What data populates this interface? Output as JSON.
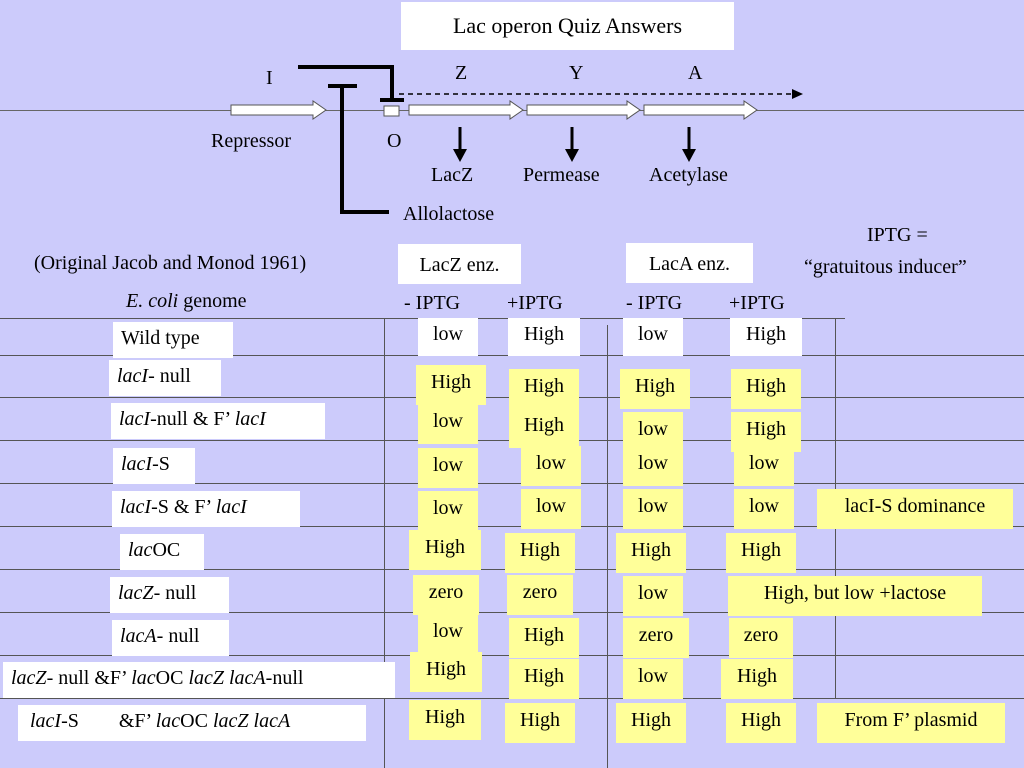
{
  "title": "Lac operon Quiz Answers",
  "diagram": {
    "genes": {
      "I": "I",
      "Z": "Z",
      "Y": "Y",
      "A": "A"
    },
    "repressor": "Repressor",
    "operator": "O",
    "products": {
      "lacz": "LacZ",
      "permease": "Permease",
      "acetylase": "Acetylase"
    },
    "allolactose": "Allolactose"
  },
  "source_note": "(Original Jacob and Monod 1961)",
  "iptg_note_line1": "IPTG =",
  "iptg_note_line2": "“gratuitous inducer”",
  "genome_header": {
    "species": "E. coli",
    "word": " genome"
  },
  "enzyme_headers": {
    "lacz": "LacZ enz.",
    "laca": "LacA enz."
  },
  "condition_headers": {
    "lacz_minus": "- IPTG",
    "lacz_plus": "+IPTG",
    "laca_minus": "- IPTG",
    "laca_plus": "+IPTG"
  },
  "rows": [
    {
      "g1i": "",
      "g1n": "Wild type",
      "g2i": "",
      "g2n": "",
      "g3i": "",
      "g3n": "",
      "g4i": "",
      "g4n": "",
      "lacz_minus": "low",
      "lacz_plus": "High",
      "laca_minus": "low",
      "laca_plus": "High",
      "note": ""
    },
    {
      "g1i": "lacI",
      "g1n": "- null",
      "g2i": "",
      "g2n": "",
      "g3i": "",
      "g3n": "",
      "g4i": "",
      "g4n": "",
      "lacz_minus": "High",
      "lacz_plus": "High",
      "laca_minus": "High",
      "laca_plus": "High",
      "note": ""
    },
    {
      "g1i": "lacI",
      "g1n": "-null & F’ ",
      "g2i": "lacI",
      "g2n": "",
      "g3i": "",
      "g3n": "",
      "g4i": "",
      "g4n": "",
      "lacz_minus": "low",
      "lacz_plus": "High",
      "laca_minus": "low",
      "laca_plus": "High",
      "note": ""
    },
    {
      "g1i": "lacI",
      "g1n": "-S",
      "g2i": "",
      "g2n": "",
      "g3i": "",
      "g3n": "",
      "g4i": "",
      "g4n": "",
      "lacz_minus": "low",
      "lacz_plus": "low",
      "laca_minus": "low",
      "laca_plus": "low",
      "note": ""
    },
    {
      "g1i": "lacI",
      "g1n": "-S & F’ ",
      "g2i": "lacI",
      "g2n": "",
      "g3i": "",
      "g3n": "",
      "g4i": "",
      "g4n": "",
      "lacz_minus": "low",
      "lacz_plus": "low",
      "laca_minus": "low",
      "laca_plus": "low",
      "note": "lacI-S dominance"
    },
    {
      "g1i": "lac",
      "g1n": "OC",
      "g2i": "",
      "g2n": "",
      "g3i": "",
      "g3n": "",
      "g4i": "",
      "g4n": "",
      "lacz_minus": "High",
      "lacz_plus": "High",
      "laca_minus": "High",
      "laca_plus": "High",
      "note": ""
    },
    {
      "g1i": "lacZ",
      "g1n": "- null",
      "g2i": "",
      "g2n": "",
      "g3i": "",
      "g3n": "",
      "g4i": "",
      "g4n": "",
      "lacz_minus": "zero",
      "lacz_plus": "zero",
      "laca_minus": "low",
      "laca_plus": "High, but low +lactose",
      "note": ""
    },
    {
      "g1i": "lacA",
      "g1n": "- null",
      "g2i": "",
      "g2n": "",
      "g3i": "",
      "g3n": "",
      "g4i": "",
      "g4n": "",
      "lacz_minus": "low",
      "lacz_plus": "High",
      "laca_minus": "zero",
      "laca_plus": "zero",
      "note": ""
    },
    {
      "g1i": "lacZ",
      "g1n": "- null &F’ ",
      "g2i": "lac",
      "g2n": "OC ",
      "g3i": "lacZ lacA",
      "g3n": "-null",
      "g4i": "",
      "g4n": "",
      "lacz_minus": "High",
      "lacz_plus": "High",
      "laca_minus": "low",
      "laca_plus": "High",
      "note": ""
    },
    {
      "g1i": "lacI",
      "g1n": "-S        &F’ ",
      "g2i": "lac",
      "g2n": "OC ",
      "g3i": "lacZ lacA",
      "g3n": "",
      "g4i": "",
      "g4n": "",
      "lacz_minus": "High",
      "lacz_plus": "High",
      "laca_minus": "High",
      "laca_plus": "High",
      "note": "From F’ plasmid"
    }
  ]
}
